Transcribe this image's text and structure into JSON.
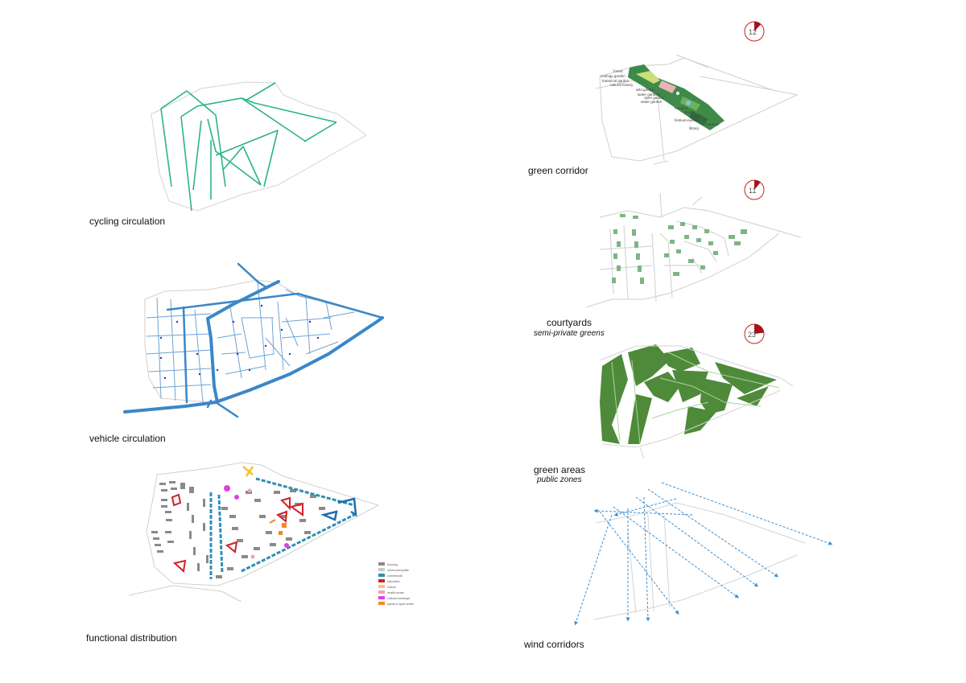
{
  "panels": {
    "cycling": {
      "label": "cycling circulation"
    },
    "vehicle": {
      "label": "vehicle circulation"
    },
    "functional": {
      "label": "functional distribution",
      "legend": [
        "housing",
        "mixed-use/public",
        "commercial",
        "education",
        "culture",
        "health center",
        "cultural exchange",
        "sports & sport center"
      ]
    },
    "green_corridor": {
      "label": "green corridor",
      "counter": "12",
      "counter_fraction": 0.12,
      "zones": [
        "forest",
        "zoology garden",
        "botanical garden",
        "natural history",
        "wild garden",
        "water gardens",
        "open garden",
        "water garden",
        "meadow",
        "studio",
        "sports",
        "festival events",
        "meadow",
        "library"
      ]
    },
    "courtyards": {
      "label": "courtyards",
      "sublabel": "semi-private greens",
      "counter": "11",
      "counter_fraction": 0.11
    },
    "green_areas": {
      "label": "green areas",
      "sublabel": "public zones",
      "counter": "23",
      "counter_fraction": 0.23
    },
    "wind": {
      "label": "wind corridors"
    }
  },
  "colors": {
    "cycling": "#2bb38a",
    "vehicle_main": "#3a87c8",
    "vehicle_minor": "#6fa3d6",
    "vehicle_dot": "#3b2fb5",
    "green": "#5a9f4c",
    "courtyard": "#7db585",
    "counter_ring": "#c8201e",
    "housing": "#8a8a8a",
    "education": "#d12026",
    "commercial": "#2e8fb5",
    "culture": "#f08a24",
    "health": "#f0a0b8",
    "cultural_exchange": "#e040e0",
    "wind": "#3a8fd6"
  }
}
